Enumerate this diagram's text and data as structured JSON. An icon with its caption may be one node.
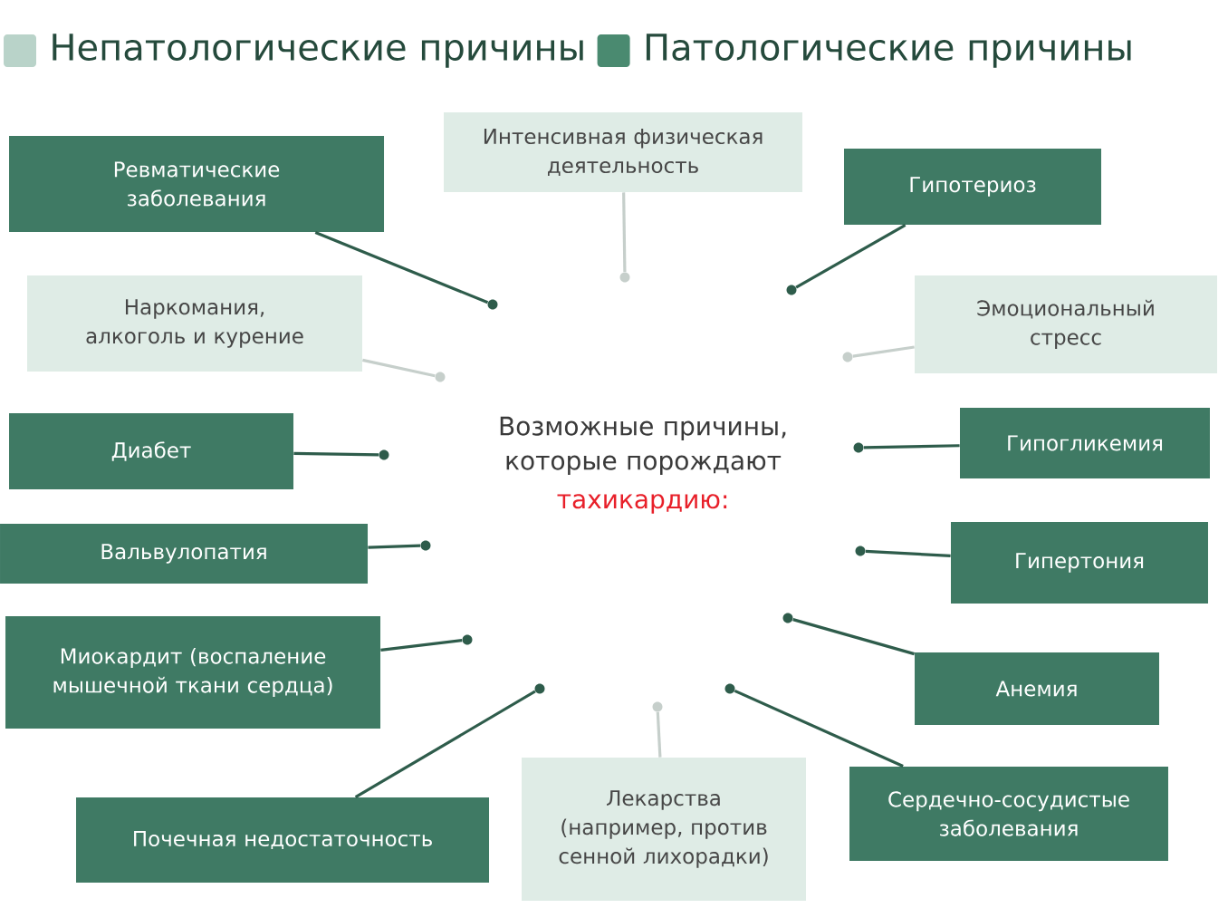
{
  "diagram": {
    "nodes": [
      {
        "text": [
          "Ревматические заболевания"
        ]
      },
      {
        "text": [
          "Интенсивная физическая деятельность"
        ]
      },
      {
        "text": [
          "Гипотериоз"
        ]
      },
      {
        "text": [
          "Наркомания, алкоголь и курение"
        ]
      },
      {
        "text": [
          "Эмоциональный стресс"
        ]
      },
      {
        "text": [
          "Диабет"
        ]
      },
      {
        "text": [
          "Гипогликемия"
        ]
      },
      {
        "text": [
          "Вальвулопатия"
        ]
      },
      {
        "text": [
          "Гипертония"
        ]
      },
      {
        "text": [
          "Миокардит (воспаление мышечной ткани сердца)"
        ]
      },
      {
        "text": [
          "Анемия"
        ]
      },
      {
        "text": [
          "Лекарства (например, против сенной лихорадки)"
        ]
      },
      {
        "text": [
          "Почечная недостаточность"
        ]
      },
      {
        "text": [
          "Сердечно-сосудистые заболевания"
        ]
      },
      {
        "text": [],
        "shape": "circle"
      },
      {
        "text": [],
        "shape": "circle"
      },
      {
        "text": [],
        "shape": "circle"
      },
      {
        "text": [],
        "shape": "circle"
      },
      {
        "text": [],
        "shape": "circle"
      },
      {
        "text": [],
        "shape": "circle"
      },
      {
        "text": [],
        "shape": "circle"
      },
      {
        "text": [],
        "shape": "circle"
      },
      {
        "text": [],
        "shape": "circle"
      },
      {
        "text": [],
        "shape": "circle"
      },
      {
        "text": [],
        "shape": "circle"
      },
      {
        "text": [],
        "shape": "circle"
      },
      {
        "text": [],
        "shape": "circle"
      },
      {
        "text": [],
        "shape": "circle"
      }
    ],
    "edges": [
      {
        "from": 0,
        "to": 14,
        "arrow": "none"
      },
      {
        "from": 1,
        "to": 15,
        "arrow": "none",
        "color": "#c6cfcb"
      },
      {
        "from": 2,
        "to": 16,
        "arrow": "none"
      },
      {
        "from": 3,
        "to": 17,
        "arrow": "none",
        "color": "#c6cfcb"
      },
      {
        "from": 4,
        "to": 18,
        "arrow": "none",
        "color": "#c6cfcb"
      },
      {
        "from": 5,
        "to": 19,
        "arrow": "none"
      },
      {
        "from": 6,
        "to": 20,
        "arrow": "none"
      },
      {
        "from": 7,
        "to": 21,
        "arrow": "none"
      },
      {
        "from": 8,
        "to": 22,
        "arrow": "none"
      },
      {
        "from": 9,
        "to": 23,
        "arrow": "none"
      },
      {
        "from": 10,
        "to": 24,
        "arrow": "none"
      },
      {
        "from": 11,
        "to": 25,
        "arrow": "none",
        "color": "#c6cfcb"
      },
      {
        "from": 12,
        "to": 26,
        "arrow": "none"
      },
      {
        "from": 13,
        "to": 27,
        "arrow": "none"
      }
    ],
    "labels": [
      "Возможные причины, которые порождают",
      "тахикардию:"
    ],
    "legend": [
      {
        "text": "Непатологические причины",
        "color": "#b9d3c9"
      },
      {
        "text": "Патологические причины",
        "color": "#4a8a70"
      }
    ]
  }
}
